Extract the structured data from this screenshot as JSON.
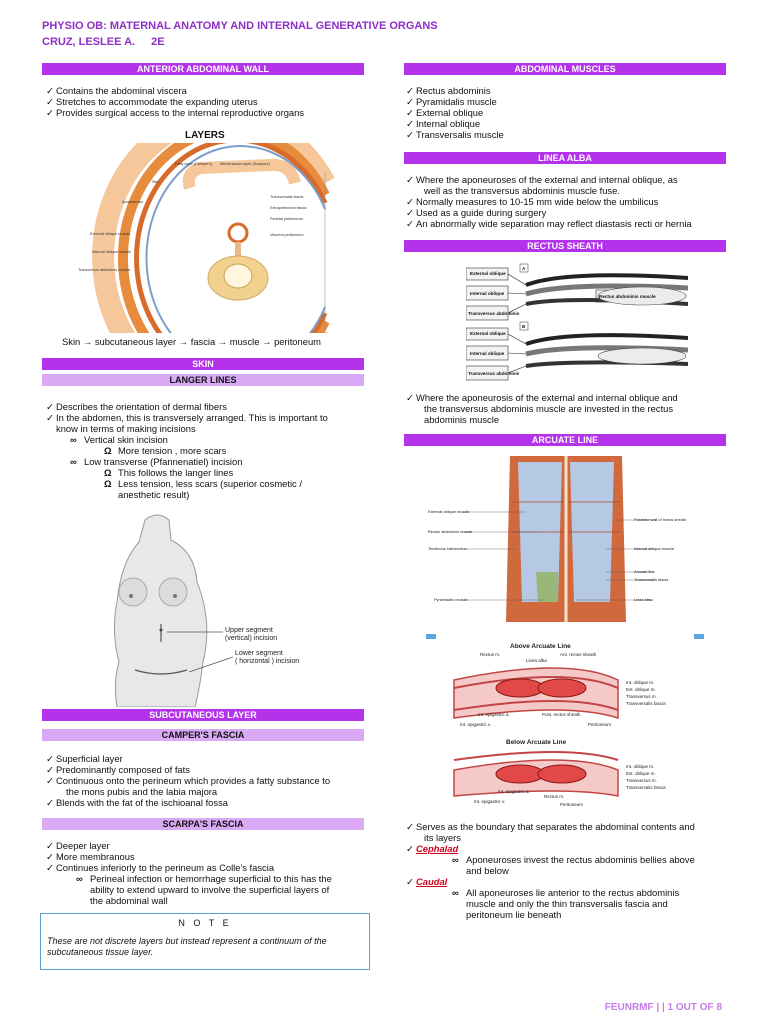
{
  "header": {
    "title": "PHYSIO OB: MATERNAL ANATOMY AND INTERNAL GENERATIVE ORGANS",
    "author": "CRUZ, LESLEE A.",
    "section": "2E"
  },
  "left": {
    "anterior_wall": {
      "title": "ANTERIOR ABDOMINAL WALL",
      "items": [
        "Contains the abdominal viscera",
        "Stretches to accommodate the expanding uterus",
        "Provides surgical access to the internal reproductive organs"
      ],
      "layers_title": "LAYERS",
      "fig_labels": [
        "Skin",
        "Aponeurosis",
        "External oblique muscle",
        "Internal oblique muscle",
        "Transversus abdominis muscle",
        "Transversalis fascia",
        "Extraperitoneal fascia",
        "Parietal peritoneum",
        "Visceral peritoneum",
        "Fatty layer (Camper's)",
        "Membranous layer (Scarpa's)"
      ],
      "layers_caption": "Skin → subcutaneous layer → fascia → muscle → peritoneum"
    },
    "skin": {
      "title": "SKIN",
      "sub": "LANGER LINES",
      "items": [
        "Describes the orientation of dermal fibers",
        "In the abdomen, this is transversely arranged. This is important to",
        "know in terms of making incisions"
      ],
      "vertical": "Vertical skin incision",
      "vertical_sub": "More tension , more scars",
      "low": "Low transverse (Pfannenatiel) incision",
      "low_sub1": "This follows the langer lines",
      "low_sub2a": "Less tension, less scars (superior cosmetic /",
      "low_sub2b": "anesthetic result)",
      "fig_upper": "Upper segment",
      "fig_upper2": "(vertical) incision",
      "fig_lower": "Lower segment",
      "fig_lower2": "( horizontal ) incision"
    },
    "subcutaneous": {
      "title": "SUBCUTANEOUS LAYER",
      "campers": "CAMPER'S FASCIA",
      "campers_items": [
        "Superficial layer",
        "Predominantly composed of fats",
        "Continuous onto the perineum which provides a fatty substance to",
        "the mons pubis and the labia majora",
        "Blends with the fat of the ischioanal fossa"
      ],
      "scarpas": "SCARPA'S FASCIA",
      "scarpas_items": [
        "Deeper layer",
        "More membranous",
        "Continues inferiorly to the perineum as Colle's fascia"
      ],
      "scarpas_sub1": "Perineal infection or hemorrhage superficial to this has the",
      "scarpas_sub2": "ability to extend upward to involve the superficial layers of",
      "scarpas_sub3": "the abdominal wall"
    },
    "note": {
      "title": "N O T E",
      "body": "These are not discrete layers but instead represent a continuum of the subcutaneous tissue layer."
    }
  },
  "right": {
    "muscles": {
      "title": "ABDOMINAL MUSCLES",
      "items": [
        "Rectus abdominis",
        "Pyramidalis muscle",
        "External oblique",
        "Internal oblique",
        "Transversalis muscle"
      ]
    },
    "linea_alba": {
      "title": "LINEA ALBA",
      "l1": "Where the aponeuroses of the external and internal oblique, as",
      "l2": "well as the transversus abdominis muscle fuse.",
      "l3": "Normally measures to 10-15 mm wide below the umbilicus",
      "l4": "Used as a guide during surgery",
      "l5": "An abnormally wide separation may reflect diastasis recti or hernia"
    },
    "rectus_sheath": {
      "title": "RECTUS SHEATH",
      "fig_labels": [
        "External oblique",
        "Internal oblique",
        "Transversus abdominis",
        "External oblique",
        "Internal oblique",
        "Transversus abdominis",
        "Rectus abdominis muscle",
        "A",
        "B"
      ],
      "l1": "Where the aponeurosis of the external and internal oblique and",
      "l2": "the transversus abdominis muscle are invested in the rectus",
      "l3": "abdominis muscle"
    },
    "arcuate": {
      "title": "ARCUATE LINE",
      "fig1_left": [
        "External oblique muscle",
        "Rectus abdominis muscle",
        "Tendinous intersection",
        "Pyramidalis muscle"
      ],
      "fig1_right": [
        "Posterior wall of rectus sheath",
        "Internal oblique muscle",
        "Arcuate line",
        "Transversalis fascia",
        "Linea alba"
      ],
      "above_title": "Above Arcuate Line",
      "above_labels": [
        "Rectus m.",
        "Linea alba",
        "Ant. rectus sheath",
        "Int. oblique m.",
        "Ext. oblique m.",
        "Transversus m.",
        "Transversalis fascia",
        "Post. rectus sheath",
        "Int. epigastric a.",
        "Int. epigastric v.",
        "Peritoneum"
      ],
      "below_title": "Below Arcuate Line",
      "below_labels": [
        "Int. oblique m.",
        "Ext. oblique m.",
        "Transversus m.",
        "Transversalis fascia",
        "Int. epigastric a.",
        "Int. epigastric v.",
        "Rectus m.",
        "Peritoneum"
      ],
      "l1": "Serves as the boundary that separates the abdominal contents and",
      "l2": "its layers",
      "cephalad": "Cephalad",
      "ceph1": "Aponeuroses invest the rectus abdominis bellies above",
      "ceph2": "and below",
      "caudal": "Caudal",
      "caud1": "All aponeuroses lie anterior to the rectus abdominis",
      "caud2": "muscle and only the thin transversalis fascia and",
      "caud3": "peritoneum lie beneath"
    }
  },
  "footer": "FEUNRMF | | 1 OUT OF 8",
  "colors": {
    "accent": "#b432ea",
    "accent_light": "#d9a9f5",
    "header": "#8e2fc4",
    "note_border": "#5a9fd4"
  }
}
